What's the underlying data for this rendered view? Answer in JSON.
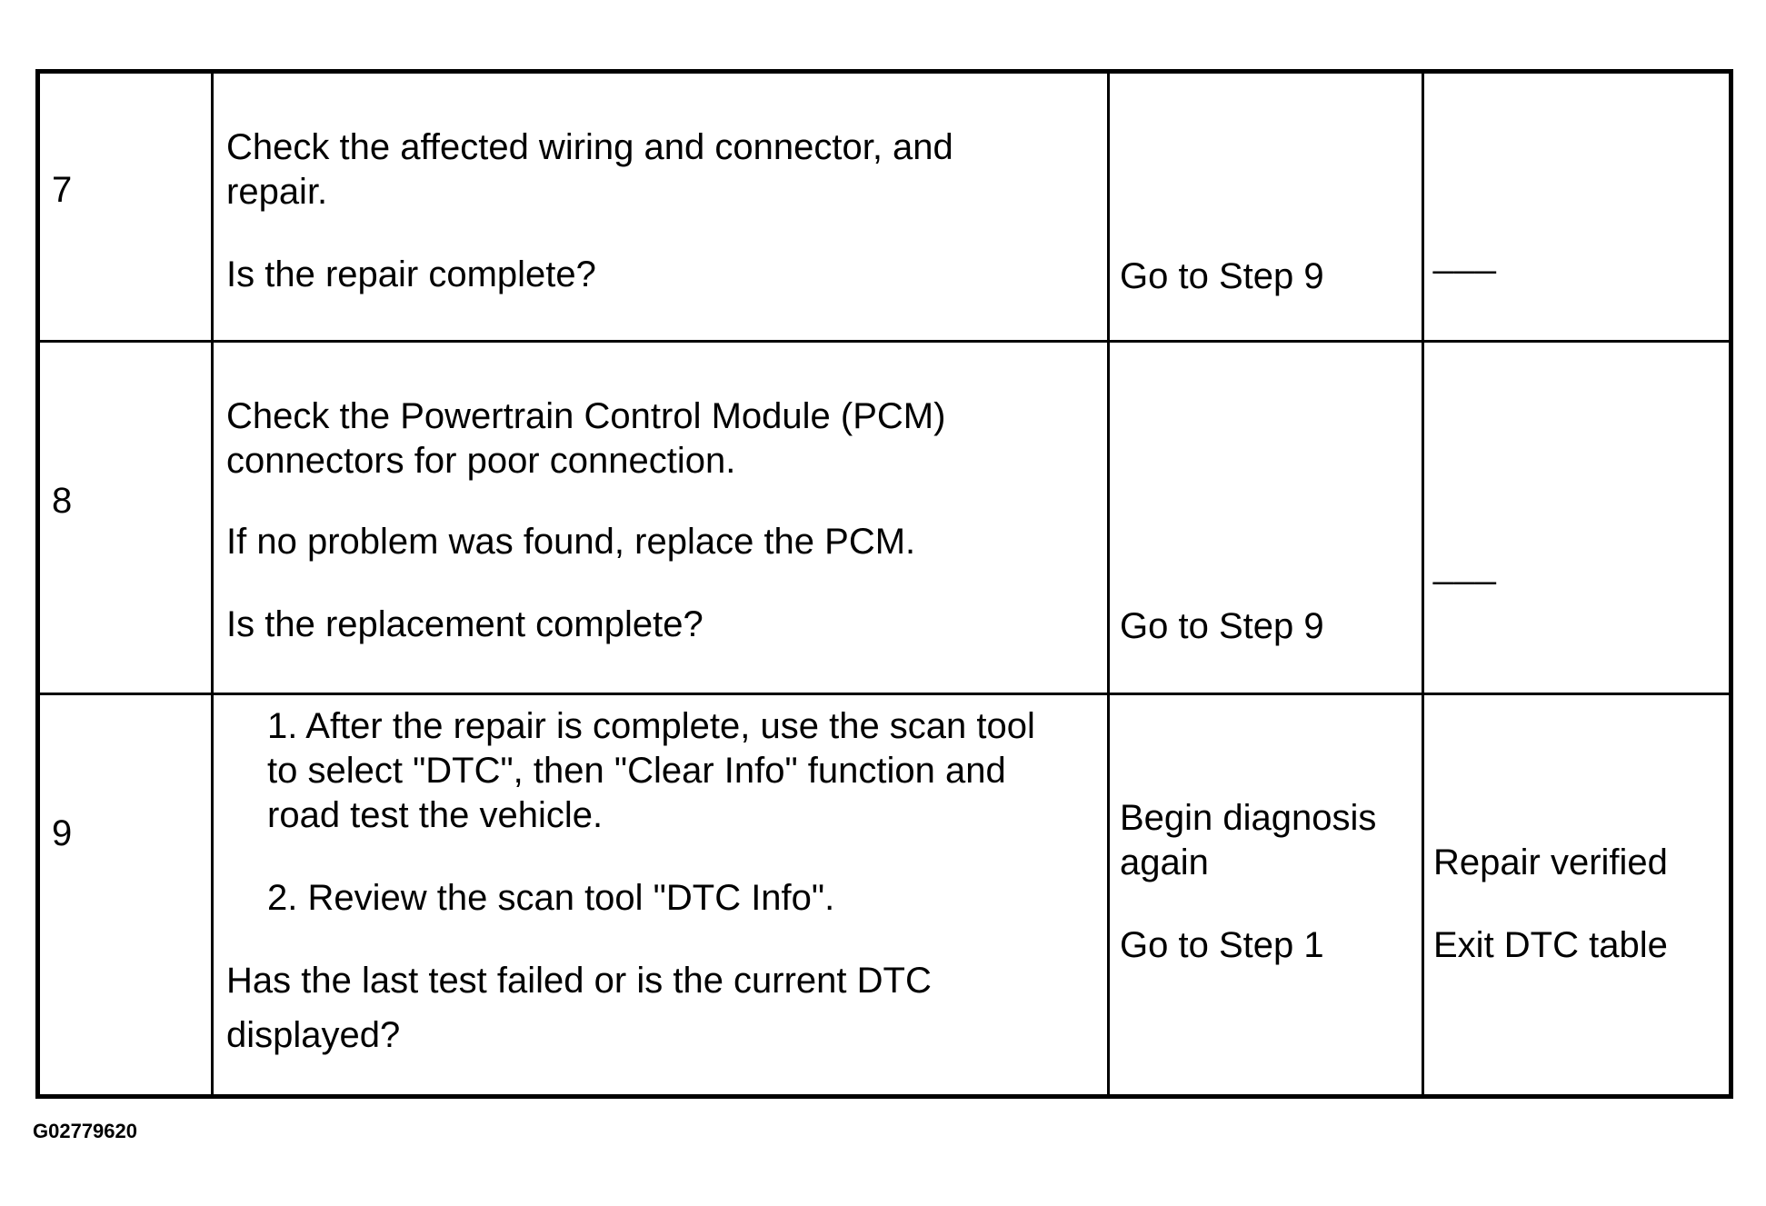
{
  "rows": [
    {
      "step": "7",
      "action": {
        "line1": "Check the affected wiring and connector, and",
        "line2": "repair.",
        "question": "Is the repair complete?"
      },
      "yes": "Go to Step 9",
      "no": "___"
    },
    {
      "step": "8",
      "action": {
        "line1": "Check the Powertrain Control Module (PCM)",
        "line2": "connectors for poor connection.",
        "line3": "If no problem was found, replace the PCM.",
        "question": "Is the replacement complete?"
      },
      "yes": "Go to Step 9",
      "no": "___"
    },
    {
      "step": "9",
      "action": {
        "item1_line1": "1. After the repair is complete, use the scan tool",
        "item1_line2": "to select \"DTC\", then \"Clear Info\" function and",
        "item1_line3": "road test the vehicle.",
        "item2": "2. Review the scan tool \"DTC Info\".",
        "question_line1": "Has the last test failed or is the current DTC",
        "question_line2": "displayed?"
      },
      "yes": {
        "line1": "Begin diagnosis",
        "line2": "again",
        "line3": "Go to Step 1"
      },
      "no": {
        "line1": "Repair verified",
        "line2": "Exit DTC table"
      }
    }
  ],
  "figure_code": "G02779620"
}
